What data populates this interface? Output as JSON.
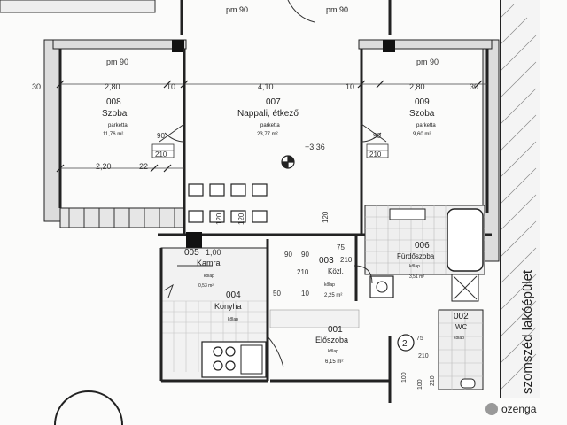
{
  "plan": {
    "top_labels": [
      "pm 90",
      "pm 90"
    ],
    "rooms": [
      {
        "code": "008",
        "name": "Szoba",
        "floor": "parketta",
        "area": "11,76 m²"
      },
      {
        "code": "007",
        "name": "Nappali, étkező",
        "floor": "parketta",
        "area": "23,77 m²"
      },
      {
        "code": "009",
        "name": "Szoba",
        "floor": "parketta",
        "area": "9,60 m²"
      },
      {
        "code": "005",
        "name": "Kamra",
        "floor": "kőlap",
        "area": "0,53 m²"
      },
      {
        "code": "006",
        "name": "Fürdőszoba",
        "floor": "kőlap",
        "area": "3,51 m²"
      },
      {
        "code": "003",
        "name": "Közl.",
        "floor": "kőlap",
        "area": "2,25 m²"
      },
      {
        "code": "004",
        "name": "Konyha",
        "floor": "kőlap",
        "area": ""
      },
      {
        "code": "001",
        "name": "Előszoba",
        "floor": "kőlap",
        "area": "6,15 m²"
      },
      {
        "code": "002",
        "name": "WC",
        "floor": "kőlap",
        "area": ""
      }
    ],
    "dimensions": {
      "pm_left": "pm 90",
      "pm_right": "pm 90",
      "d30_left": "30",
      "d280_left": "2,80",
      "d10_a": "10",
      "d410": "4,10",
      "d10_b": "10",
      "d280_right": "2,80",
      "d30_right": "30",
      "d220": "2,20",
      "d22": "22",
      "door_l_w": "90",
      "door_l_h": "210",
      "door_r_w": "90",
      "door_r_h": "210",
      "level": "+3,36",
      "d120_a": "120",
      "d120_b": "120",
      "d120_c": "120",
      "d75": "75",
      "d100": "1,00",
      "d90_a": "90",
      "d90_b": "90",
      "d210_a": "210",
      "d210_b": "210",
      "d50": "50",
      "d10_c": "10",
      "d75_b": "75",
      "d210_c": "210",
      "d100_b": "100",
      "d210_d": "210",
      "d100_c": "100"
    },
    "stair_number": "2",
    "neighbor_label": "szomszéd lakóépület",
    "watermark": "ozenga"
  }
}
